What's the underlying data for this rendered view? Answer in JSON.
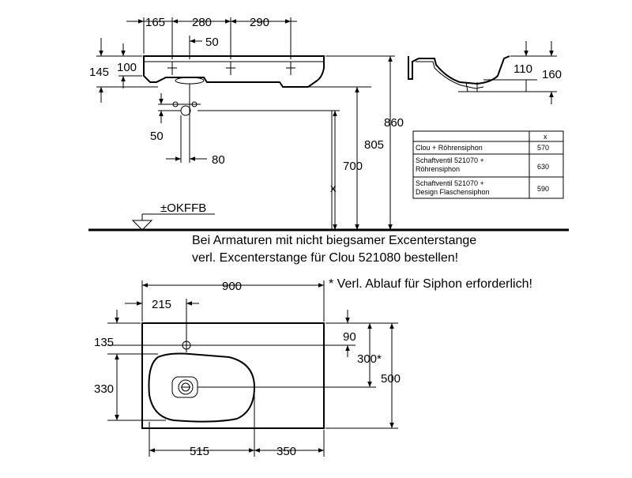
{
  "side_view": {
    "dim_165": "165",
    "dim_280": "280",
    "dim_290": "290",
    "dim_50_top": "50",
    "dim_145": "145",
    "dim_100": "100",
    "dim_50_left": "50",
    "dim_80": "80",
    "dim_700": "700",
    "dim_805": "805",
    "dim_860": "860",
    "dim_x": "x",
    "floor_label": "±OKFFB"
  },
  "section_view": {
    "dim_110": "110",
    "dim_160": "160"
  },
  "table": {
    "header_x": "x",
    "rows": [
      {
        "label_lines": [
          "Clou + Röhrensiphon"
        ],
        "value": "570"
      },
      {
        "label_lines": [
          "Schaftventil 521070 +",
          "Röhrensiphon"
        ],
        "value": "630"
      },
      {
        "label_lines": [
          "Schaftventil 521070 +",
          "Design Flaschensiphon"
        ],
        "value": "590"
      }
    ]
  },
  "notes": {
    "line1": "Bei Armaturen mit nicht biegsamer Excenterstange",
    "line2": "verl. Excenterstange für Clou 521080 bestellen!",
    "siphon": "* Verl. Ablauf für Siphon erforderlich!"
  },
  "plan_view": {
    "dim_900": "900",
    "dim_215": "215",
    "dim_135": "135",
    "dim_90": "90",
    "dim_300": "300*",
    "dim_500": "500",
    "dim_330": "330",
    "dim_515": "515",
    "dim_350": "350"
  }
}
